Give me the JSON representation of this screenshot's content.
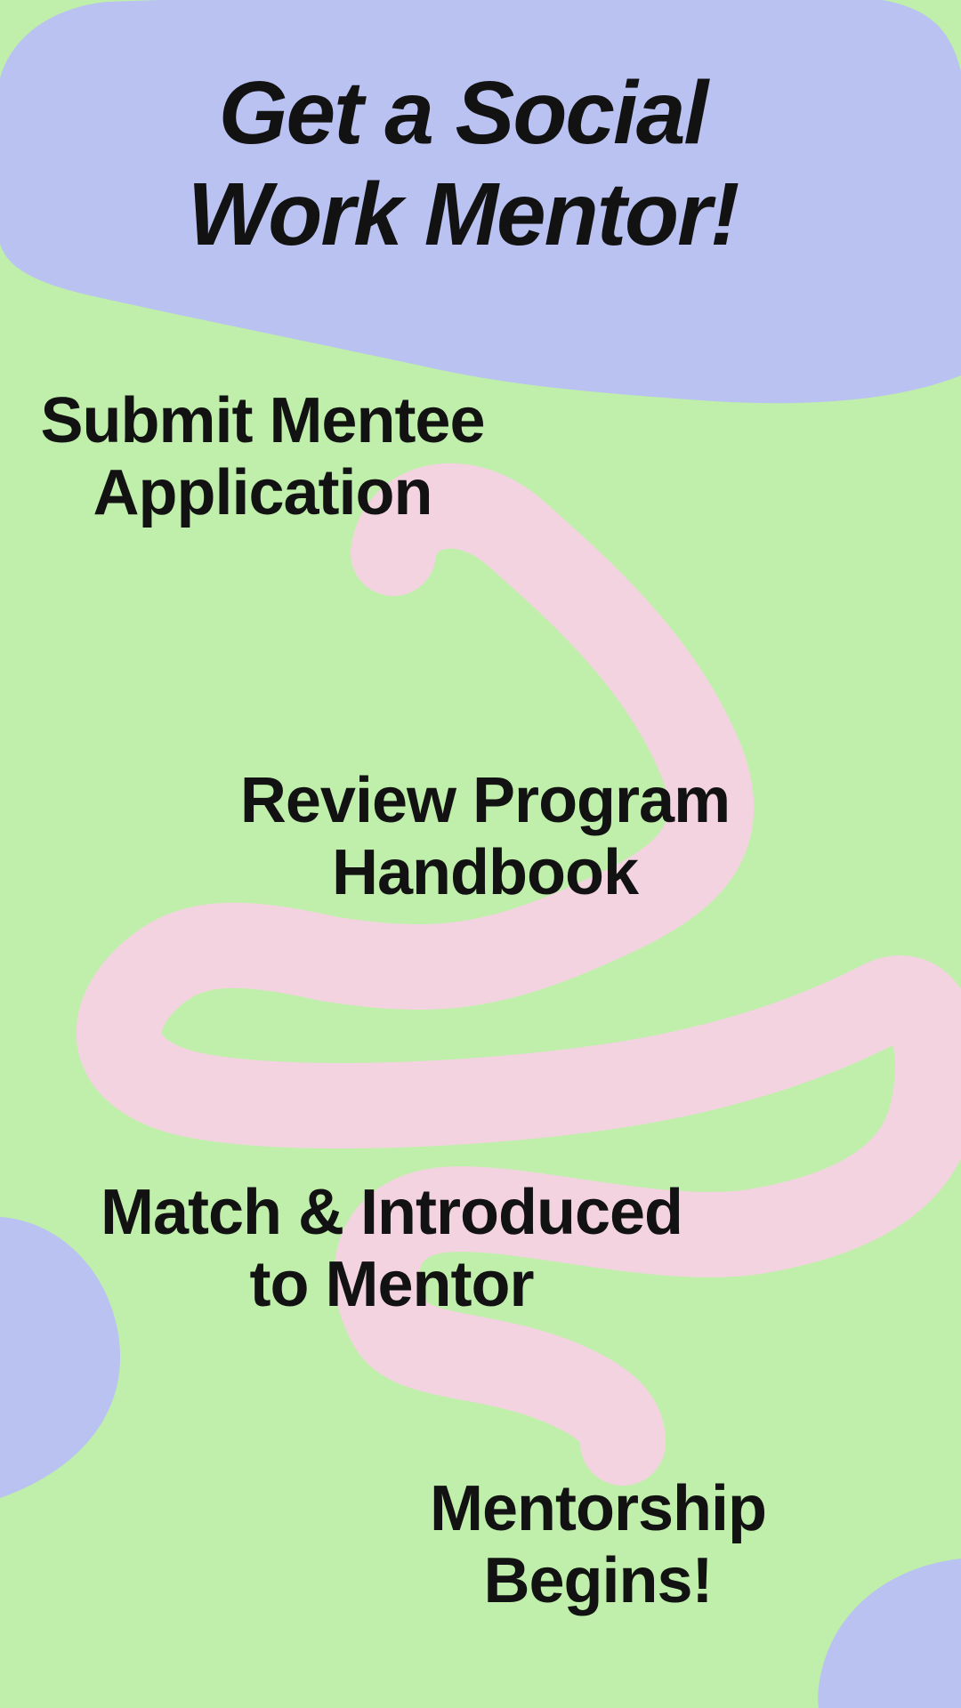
{
  "poster": {
    "title": {
      "lines": [
        "Get a Social",
        "Work Mentor!"
      ]
    },
    "steps": [
      {
        "lines": [
          "Submit Mentee",
          "Application"
        ]
      },
      {
        "lines": [
          "Review Program",
          "Handbook"
        ]
      },
      {
        "lines": [
          "Match & Introduced",
          "to Mentor"
        ]
      },
      {
        "lines": [
          "Mentorship",
          "Begins!"
        ]
      }
    ],
    "colors": {
      "background": "#bfefaa",
      "blob": "#b9c2f1",
      "squiggle": "#f4d3e1",
      "text": "#121212"
    }
  }
}
